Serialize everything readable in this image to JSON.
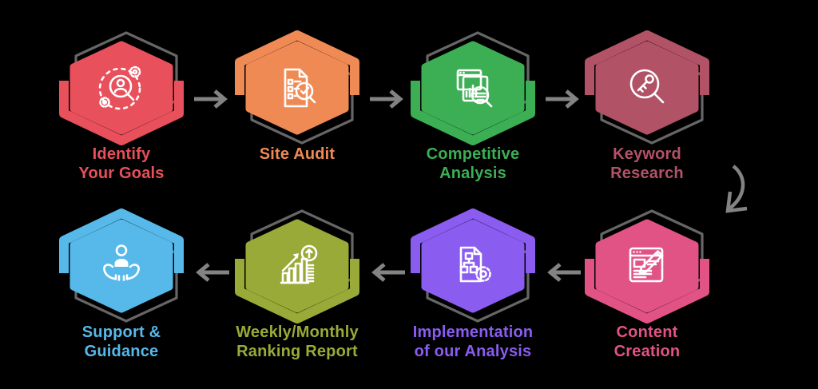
{
  "diagram": {
    "background_color": "#000000",
    "outline_color": "#666666",
    "arrow_color": "#838383",
    "icon_stroke_color": "#ffffff",
    "flow_top_direction": "right",
    "flow_bottom_direction": "left",
    "flow_turn": "curved-arrow-down-right-side",
    "steps": [
      {
        "label_line1": "Identify",
        "label_line2": "Your Goals",
        "color": "#e8505b",
        "icon": "identify-goals-icon",
        "ribbon": "bottom"
      },
      {
        "label_line1": "Site Audit",
        "label_line2": "",
        "color": "#f08a55",
        "icon": "site-audit-icon",
        "ribbon": "top"
      },
      {
        "label_line1": "Competitive",
        "label_line2": "Analysis",
        "color": "#3cae54",
        "icon": "competitive-analysis-icon",
        "ribbon": "bottom"
      },
      {
        "label_line1": "Keyword",
        "label_line2": "Research",
        "color": "#b25267",
        "icon": "keyword-research-icon",
        "ribbon": "top"
      },
      {
        "label_line1": "Content",
        "label_line2": "Creation",
        "color": "#e25385",
        "icon": "content-creation-icon",
        "ribbon": "bottom"
      },
      {
        "label_line1": "Implementation",
        "label_line2": "of our Analysis",
        "color": "#8a5cf0",
        "icon": "implementation-icon",
        "ribbon": "top"
      },
      {
        "label_line1": "Weekly/Monthly",
        "label_line2": "Ranking Report",
        "color": "#9aaa38",
        "icon": "ranking-report-icon",
        "ribbon": "bottom"
      },
      {
        "label_line1": "Support &",
        "label_line2": "Guidance",
        "color": "#57b9ea",
        "icon": "support-guidance-icon",
        "ribbon": "top"
      }
    ]
  }
}
